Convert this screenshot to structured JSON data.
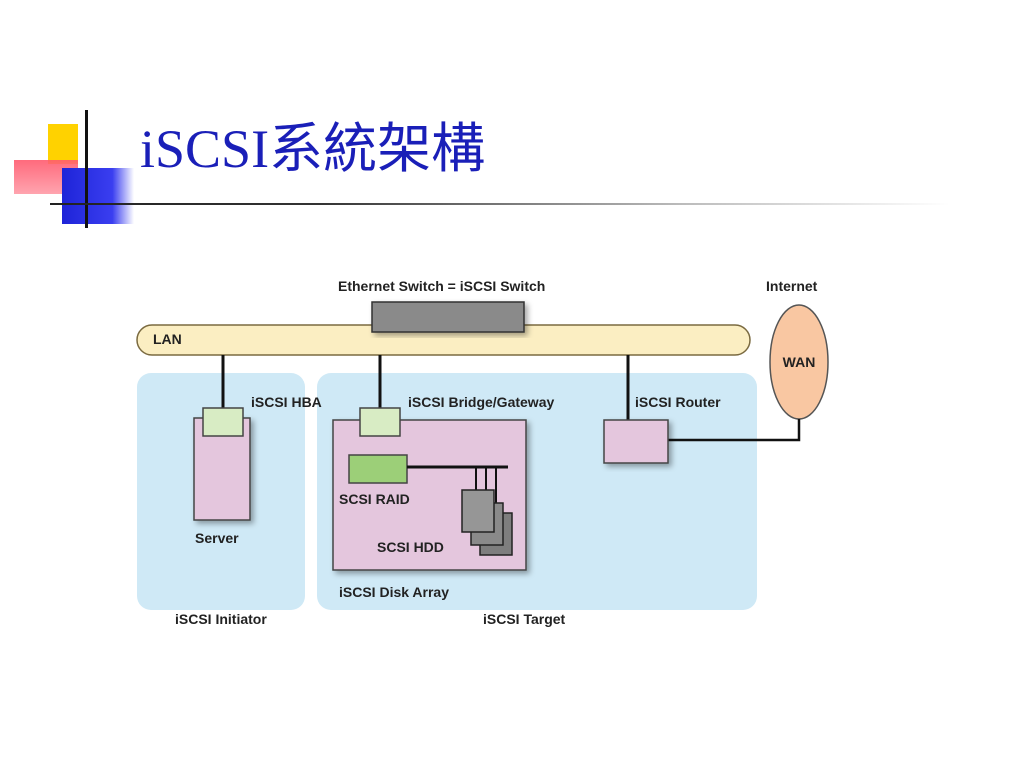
{
  "slide": {
    "title": "iSCSI系統架構"
  },
  "diagram": {
    "switch_label": "Ethernet Switch = iSCSI Switch",
    "internet_label": "Internet",
    "lan_label": "LAN",
    "wan_label": "WAN",
    "hba_label": "iSCSI HBA",
    "bridge_label": "iSCSI Bridge/Gateway",
    "router_label": "iSCSI Router",
    "server_label": "Server",
    "raid_label": "SCSI RAID",
    "hdd_label": "SCSI HDD",
    "disk_array_label": "iSCSI Disk Array",
    "initiator_label": "iSCSI Initiator",
    "target_label": "iSCSI Target"
  },
  "colors": {
    "title": "#1a1fb8",
    "zone_fill": "#cfe9f6",
    "lan_fill": "#fbeec2",
    "device_fill": "#e4c6dd",
    "adapter_fill": "#d8ecc4",
    "raid_fill": "#9ccf78",
    "wan_fill": "#f9c7a2",
    "switch_fill": "#8a8a8a"
  }
}
